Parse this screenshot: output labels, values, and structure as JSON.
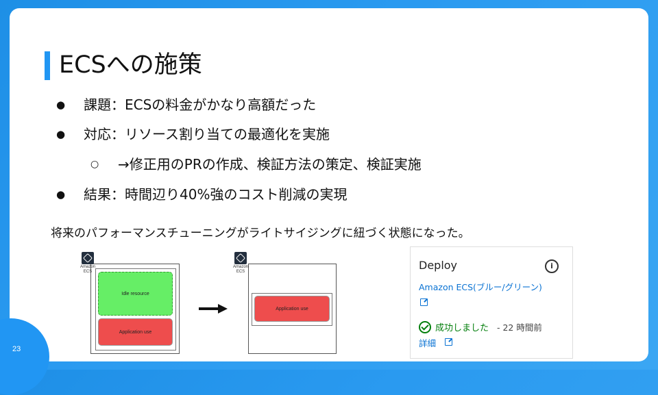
{
  "slide": {
    "title": "ECSへの施策",
    "page_number": "23",
    "bullets": [
      {
        "text": "課題：ECSの料金がかなり高額だった",
        "level": 1
      },
      {
        "text": "対応：リソース割り当ての最適化を実施",
        "level": 1
      },
      {
        "text": "→修正用のPRの作成、検証方法の策定、検証実施",
        "level": 2
      },
      {
        "text": "結果：時間辺り40%強のコスト削減の実現",
        "level": 1
      }
    ],
    "summary": "将来のパフォーマンスチューニングがライトサイジングに紐づく状態になった。"
  },
  "diagram_before": {
    "ecs_label": "Amazon ECS",
    "idle_box": "Idle resource",
    "app_box": "Application use"
  },
  "diagram_after": {
    "ecs_label": "Amazon ECS",
    "app_box": "Application use"
  },
  "deploy_panel": {
    "title": "Deploy",
    "link": "Amazon ECS(ブルー/グリーン)",
    "status": "成功しました",
    "time": "- 22 時間前",
    "detail_link": "詳細",
    "status_color": "#037f0c",
    "link_color": "#0972d3"
  },
  "colors": {
    "accent": "#2196f3",
    "idle": "#66ee66",
    "app": "#ee4d4d"
  }
}
